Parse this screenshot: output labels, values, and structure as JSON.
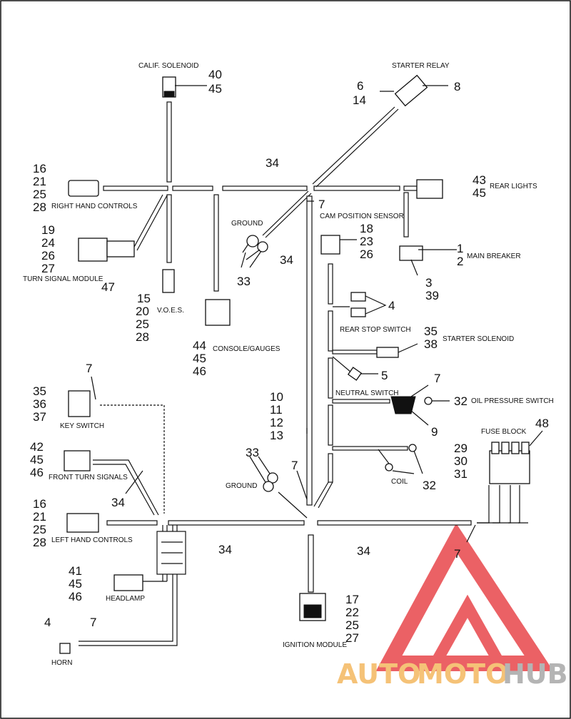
{
  "components": {
    "calif_solenoid": {
      "label": "CALIF. SOLENOID",
      "parts": [
        "40",
        "45"
      ]
    },
    "starter_relay": {
      "label": "STARTER RELAY",
      "parts_left": [
        "6",
        "14"
      ],
      "parts_right": [
        "8"
      ]
    },
    "right_hand_controls": {
      "label": "RIGHT HAND CONTROLS",
      "parts": [
        "16",
        "21",
        "25",
        "28"
      ]
    },
    "turn_signal_module": {
      "label": "TURN SIGNAL MODULE",
      "parts": [
        "19",
        "24",
        "26",
        "27"
      ],
      "part_below": "47"
    },
    "voes": {
      "label": "V.O.E.S.",
      "parts": [
        "15",
        "20",
        "25",
        "28"
      ]
    },
    "console_gauges": {
      "label": "CONSOLE/GAUGES",
      "parts": [
        "44",
        "45",
        "46"
      ]
    },
    "ground_upper": {
      "label": "GROUND",
      "parts": [
        "33"
      ]
    },
    "cam_position_sensor": {
      "label": "CAM POSITION SENSOR",
      "part_top": "7",
      "parts": [
        "18",
        "23",
        "26"
      ]
    },
    "rear_lights": {
      "label": "REAR LIGHTS",
      "parts": [
        "43",
        "45"
      ]
    },
    "main_breaker": {
      "label": "MAIN BREAKER",
      "parts_right": [
        "1",
        "2"
      ],
      "parts_below": [
        "3",
        "39"
      ]
    },
    "rear_stop_switch": {
      "label": "REAR STOP SWITCH",
      "parts": [
        "4"
      ]
    },
    "starter_solenoid": {
      "label": "STARTER SOLENOID",
      "parts": [
        "35",
        "38"
      ]
    },
    "neutral_switch": {
      "label": "NEUTRAL SWITCH",
      "parts": [
        "5"
      ]
    },
    "oil_pressure_switch": {
      "label": "OIL PRESSURE SWITCH",
      "parts": [
        "32"
      ],
      "part_top": "7",
      "part_below": "9"
    },
    "coil": {
      "label": "COIL",
      "parts": [
        "32"
      ]
    },
    "fuse_block": {
      "label": "FUSE BLOCK",
      "parts_left": [
        "29",
        "30",
        "31"
      ],
      "parts_top": [
        "48"
      ]
    },
    "key_switch": {
      "label": "KEY SWITCH",
      "parts": [
        "35",
        "36",
        "37"
      ],
      "part_top": "7"
    },
    "front_turn_signals": {
      "label": "FRONT TURN SIGNALS",
      "parts": [
        "42",
        "45",
        "46"
      ],
      "part_below": "34"
    },
    "left_hand_controls": {
      "label": "LEFT HAND CONTROLS",
      "parts": [
        "16",
        "21",
        "25",
        "28"
      ]
    },
    "ground_lower": {
      "label": "GROUND",
      "parts": [
        "33"
      ],
      "part_right": "7"
    },
    "headlamp": {
      "label": "HEADLAMP",
      "parts": [
        "41",
        "45",
        "46"
      ]
    },
    "horn": {
      "label": "HORN",
      "parts": [
        "4",
        "7"
      ]
    },
    "ignition_module": {
      "label": "IGNITION MODULE",
      "parts": [
        "17",
        "22",
        "25",
        "27"
      ]
    },
    "harness_main": {
      "parts": [
        "34"
      ]
    },
    "harness_vertical": {
      "parts": [
        "34",
        "10",
        "11",
        "12",
        "13"
      ]
    },
    "harness_lower": {
      "parts": [
        "34",
        "34",
        "7"
      ]
    }
  },
  "watermark": {
    "text_a": "AUTO",
    "text_b": "MOTO",
    "text_c": "HUB",
    "color_a": "#f4b860",
    "color_b": "#f4b860",
    "color_c": "#a7a7a7",
    "logo_color": "#e8464b"
  }
}
